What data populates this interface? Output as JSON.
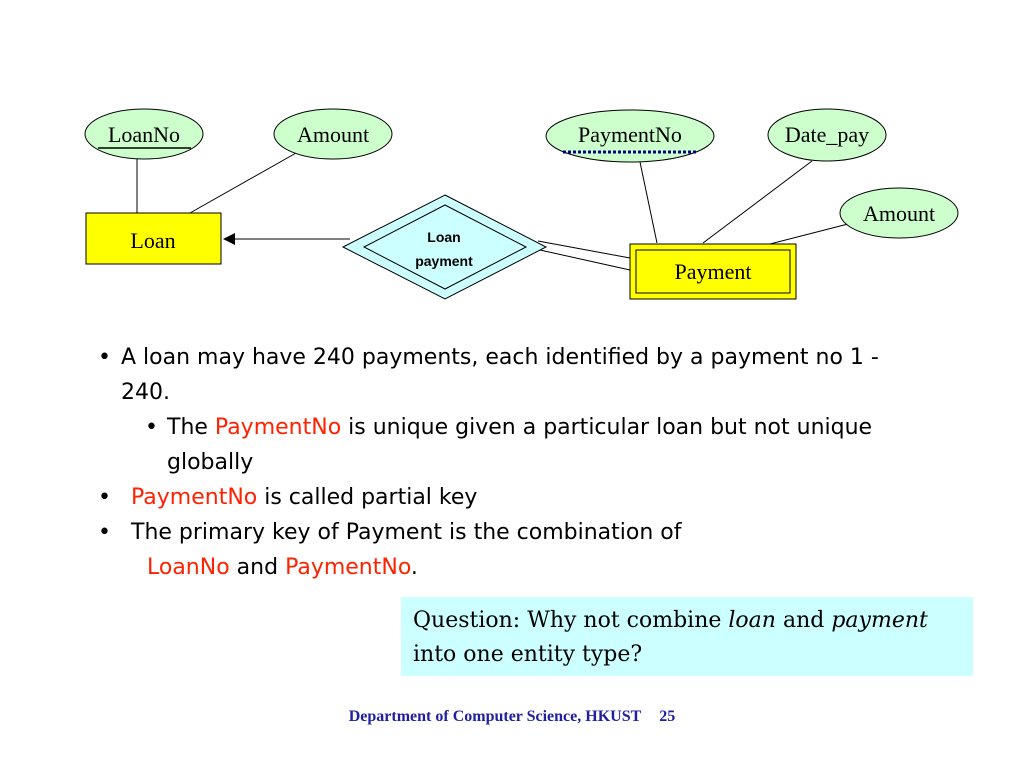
{
  "diagram": {
    "attributes": {
      "loan_no": "LoanNo",
      "loan_amount": "Amount",
      "payment_no": "PaymentNo",
      "date_pay": "Date_pay",
      "payment_amount": "Amount"
    },
    "entities": {
      "loan": "Loan",
      "payment": "Payment"
    },
    "relationship": {
      "line1": "Loan",
      "line2": "payment"
    },
    "colors": {
      "attribute_fill": "#ccffcc",
      "entity_fill": "#ffff00",
      "relationship_fill": "#ccffff",
      "partial_key_dots": "#000080"
    }
  },
  "bullets": {
    "b1": "A loan may have 240 payments, each identified by a payment no 1 - 240.",
    "b2_pre": "The ",
    "b2_red": "PaymentNo",
    "b2_post": " is unique given a particular loan but not unique globally",
    "b3_red": "PaymentNo",
    "b3_post": " is called partial key",
    "b4_line1": "The primary key of Payment is the combination of",
    "b4_red1": "LoanNo",
    "b4_mid": " and ",
    "b4_red2": "PaymentNo",
    "b4_end": ".",
    "bullet_symbol": "•"
  },
  "question": {
    "pre": "Question: Why not combine ",
    "em1": "loan",
    "mid": " and ",
    "em2": "payment",
    "post": " into one entity type?"
  },
  "footer": {
    "department": "Department of Computer Science, HKUST",
    "page": "25"
  }
}
